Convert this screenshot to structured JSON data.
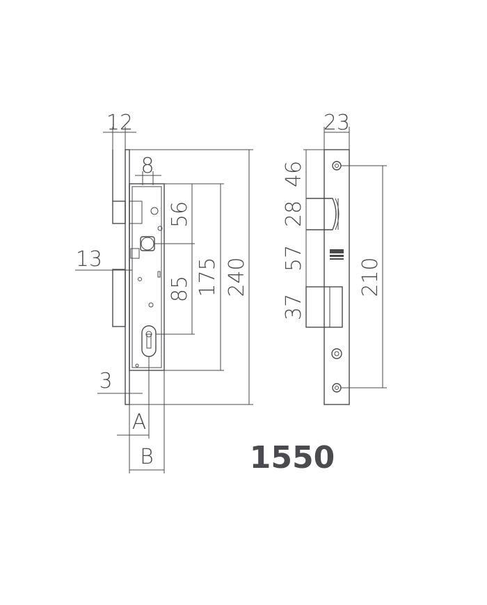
{
  "model_number": "1550",
  "front_view": {
    "dim_12": "12",
    "dim_8": "8",
    "dim_13": "13",
    "dim_3": "3",
    "dim_56": "56",
    "dim_85": "85",
    "dim_175": "175",
    "dim_240": "240",
    "dim_A": "A",
    "dim_B": "B"
  },
  "side_view": {
    "dim_23": "23",
    "dim_46": "46",
    "dim_28": "28",
    "dim_57": "57",
    "dim_37": "37",
    "dim_210": "210"
  }
}
